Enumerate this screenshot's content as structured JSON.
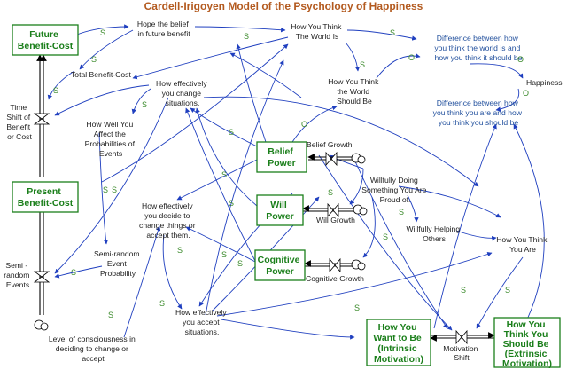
{
  "title": "Cardell-Irigoyen Model of the Psychology of Happiness",
  "stocks": {
    "future": [
      "Future",
      "Benefit-Cost"
    ],
    "present": [
      "Present",
      "Benefit-Cost"
    ],
    "belief": [
      "Belief",
      "Power"
    ],
    "will": [
      "Will",
      "Power"
    ],
    "cognitive": [
      "Cognitive",
      "Power"
    ],
    "want": [
      "How You",
      "Want to Be",
      "(Intrinsic",
      "Motivation)"
    ],
    "should": [
      "How You",
      "Think You",
      "Should Be",
      "(Extrinsic",
      "Motivation)"
    ]
  },
  "variables": {
    "hope": [
      "Hope the belief",
      "in future benefit"
    ],
    "world_is": [
      "How You Think",
      "The World Is"
    ],
    "diff_world": [
      "Difference between how",
      "you think the world is and",
      "how you think it should be"
    ],
    "total_bc": [
      "Total Benefit-Cost"
    ],
    "world_should": [
      "How You Think",
      "the World",
      "Should Be"
    ],
    "happiness": [
      "Happiness"
    ],
    "change_situations": [
      "How effectively",
      "you change",
      "situations."
    ],
    "diff_you": [
      "Difference between how",
      "you think you are and how",
      "you think you should be"
    ],
    "time_shift": [
      "Time",
      "Shift of",
      "Benefit",
      "or Cost"
    ],
    "affect_prob": [
      "How Well You",
      "Affect the",
      "Probabilities of",
      "Events"
    ],
    "belief_growth": [
      "Belief Growth"
    ],
    "willfully_doing": [
      "Willfully Doing",
      "Something You Are",
      "Proud of."
    ],
    "decide_change": [
      "How effectively",
      "you decide to",
      "change things or",
      "accept them."
    ],
    "will_growth": [
      "Will Growth"
    ],
    "helping": [
      "Willfully Helping",
      "Others"
    ],
    "you_are": [
      "How You Think",
      "You Are"
    ],
    "semi_prob": [
      "Semi-random",
      "Event",
      "Probability"
    ],
    "cognitive_growth": [
      "Cognitive Growth"
    ],
    "semi_events": [
      "Semi -",
      "random",
      "Events"
    ],
    "accept": [
      "How effectively",
      "you accept",
      "situations."
    ],
    "consciousness": [
      "Level of consciousness in",
      "deciding to change or",
      "accept"
    ],
    "motivation_shift": [
      "Motivation",
      "Shift"
    ]
  },
  "polarity": {
    "s": "S",
    "o": "O"
  },
  "colors": {
    "link": "#1f3fbf",
    "stock_border": "#1b7f1b",
    "stock_text": "#1b7f1b",
    "polarity": "#3a8a2a",
    "title": "#b35a1f",
    "blue_text": "#1f4e9c"
  },
  "icons": {
    "cloud": "cloud-icon",
    "valve": "valve-icon"
  }
}
